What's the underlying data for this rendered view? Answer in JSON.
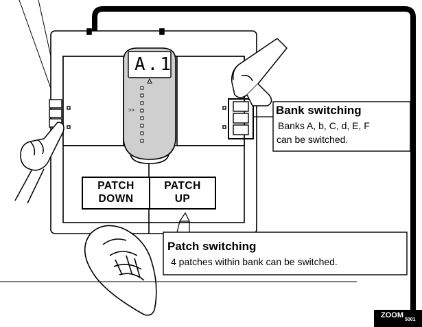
{
  "display": {
    "text": "A.1"
  },
  "pedal_buttons": {
    "left": [
      "PATCH",
      "DOWN"
    ],
    "right": [
      "PATCH",
      "UP"
    ]
  },
  "bank_callout": {
    "title": "Bank switching",
    "line1": "Banks A, b, C, d, E, F",
    "line2": "can be switched."
  },
  "patch_callout": {
    "title": "Patch switching",
    "line1": "4 patches within bank can be switched."
  },
  "logo": {
    "brand": "ZOOM",
    "model": "5001"
  }
}
